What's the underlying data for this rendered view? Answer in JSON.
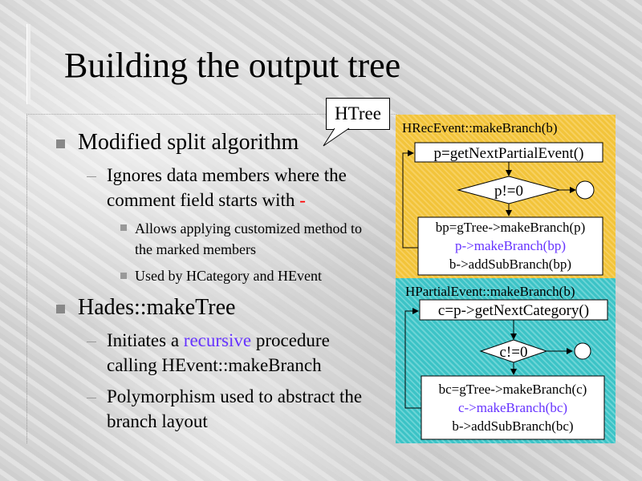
{
  "slide": {
    "title": "Building the output tree",
    "callout": "HTree",
    "bullets": [
      {
        "text": "Modified split algorithm",
        "sub": [
          {
            "text": "Ignores data members where the comment field starts with",
            "highlight": "-",
            "sub": [
              "Allows applying customized method to the marked members",
              "Used by HCategory and HEvent"
            ]
          }
        ]
      },
      {
        "text": "Hades::makeTree",
        "sub": [
          {
            "before": "Initiates a",
            "highlight": "recursive",
            "after": "procedure calling HEvent::makeBranch"
          },
          {
            "text": "Polymorphism used to abstract the branch layout"
          }
        ]
      }
    ]
  },
  "diagrams": [
    {
      "title": "HRecEvent::makeBranch(b)",
      "step": "p=getNextPartialEvent()",
      "condition": "p!=0",
      "body": [
        "bp=gTree->makeBranch(p)",
        "p->makeBranch(bp)",
        "b->addSubBranch(bp)"
      ]
    },
    {
      "title": "HPartialEvent::makeBranch(b)",
      "step": "c=p->getNextCategory()",
      "condition": "c!=0",
      "body": [
        "bc=gTree->makeBranch(c)",
        "c->makeBranch(bc)",
        "b->addSubBranch(bc)"
      ]
    }
  ],
  "colors": {
    "accent": "#6633ff",
    "marker": "#ff0000",
    "panel1": "#f2c43a",
    "panel2": "#3cc3c6"
  }
}
